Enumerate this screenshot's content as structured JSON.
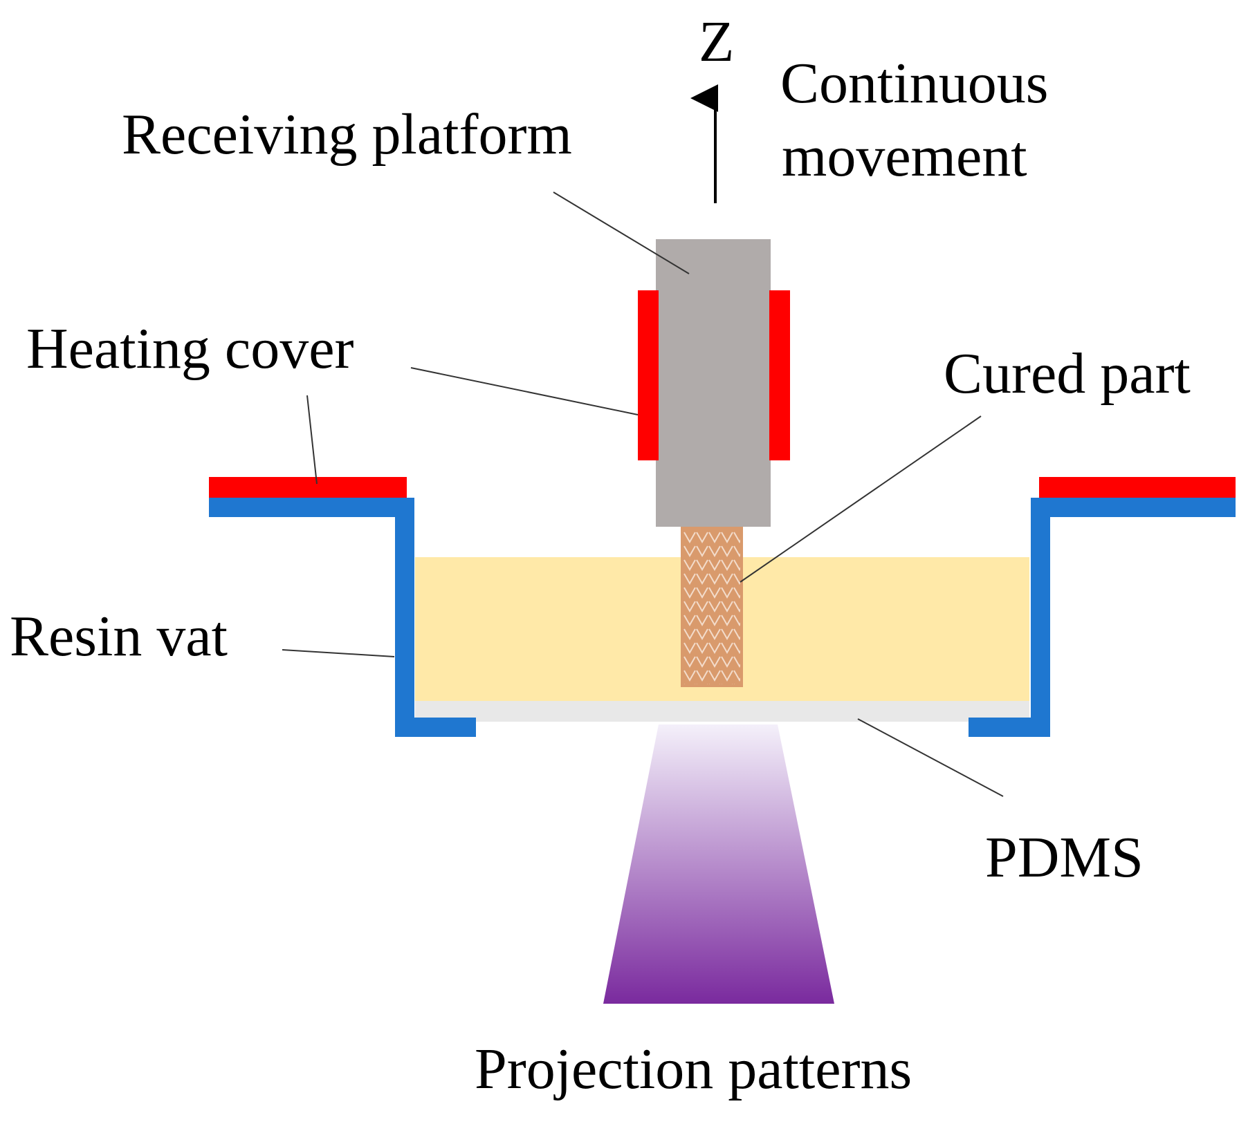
{
  "labels": {
    "z_axis": "Z",
    "movement_line1": "Continuous",
    "movement_line2": "movement",
    "receiving_platform": "Receiving platform",
    "heating_cover": "Heating cover",
    "cured_part": "Cured part",
    "resin_vat": "Resin vat",
    "pdms": "PDMS",
    "projection_patterns": "Projection patterns"
  },
  "colors": {
    "heating": "#ff0000",
    "vat": "#1f77d0",
    "resin": "#ffe9a8",
    "platform": "#b0abaa",
    "cured_part": "#d99a6c",
    "pdms": "#e8e8e8",
    "light_top": "#f4f0fa",
    "light_bottom": "#7a2a9e"
  }
}
